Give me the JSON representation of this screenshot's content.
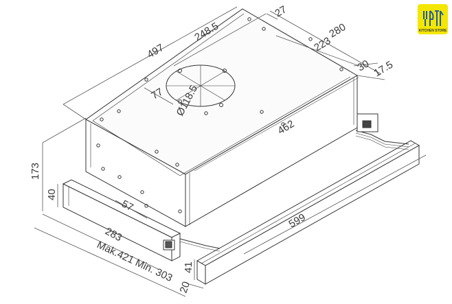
{
  "logo": {
    "text": "KITCHEN STORE",
    "bg_color": "#f3e600",
    "fg_color": "#1e5aa8"
  },
  "dimensions": {
    "d497": "497",
    "d248_5": "248.5",
    "d27": "27",
    "d280": "280",
    "d223": "223",
    "d30": "30",
    "d17_5": "17.5",
    "d77": "77",
    "d118_5": "Ø118.5",
    "d462": "462",
    "d173": "173",
    "d40": "40",
    "d57": "57",
    "d283": "283",
    "d599": "599",
    "mak_min": "Mak.421 Min. 303",
    "d41": "41",
    "d20": "20"
  }
}
